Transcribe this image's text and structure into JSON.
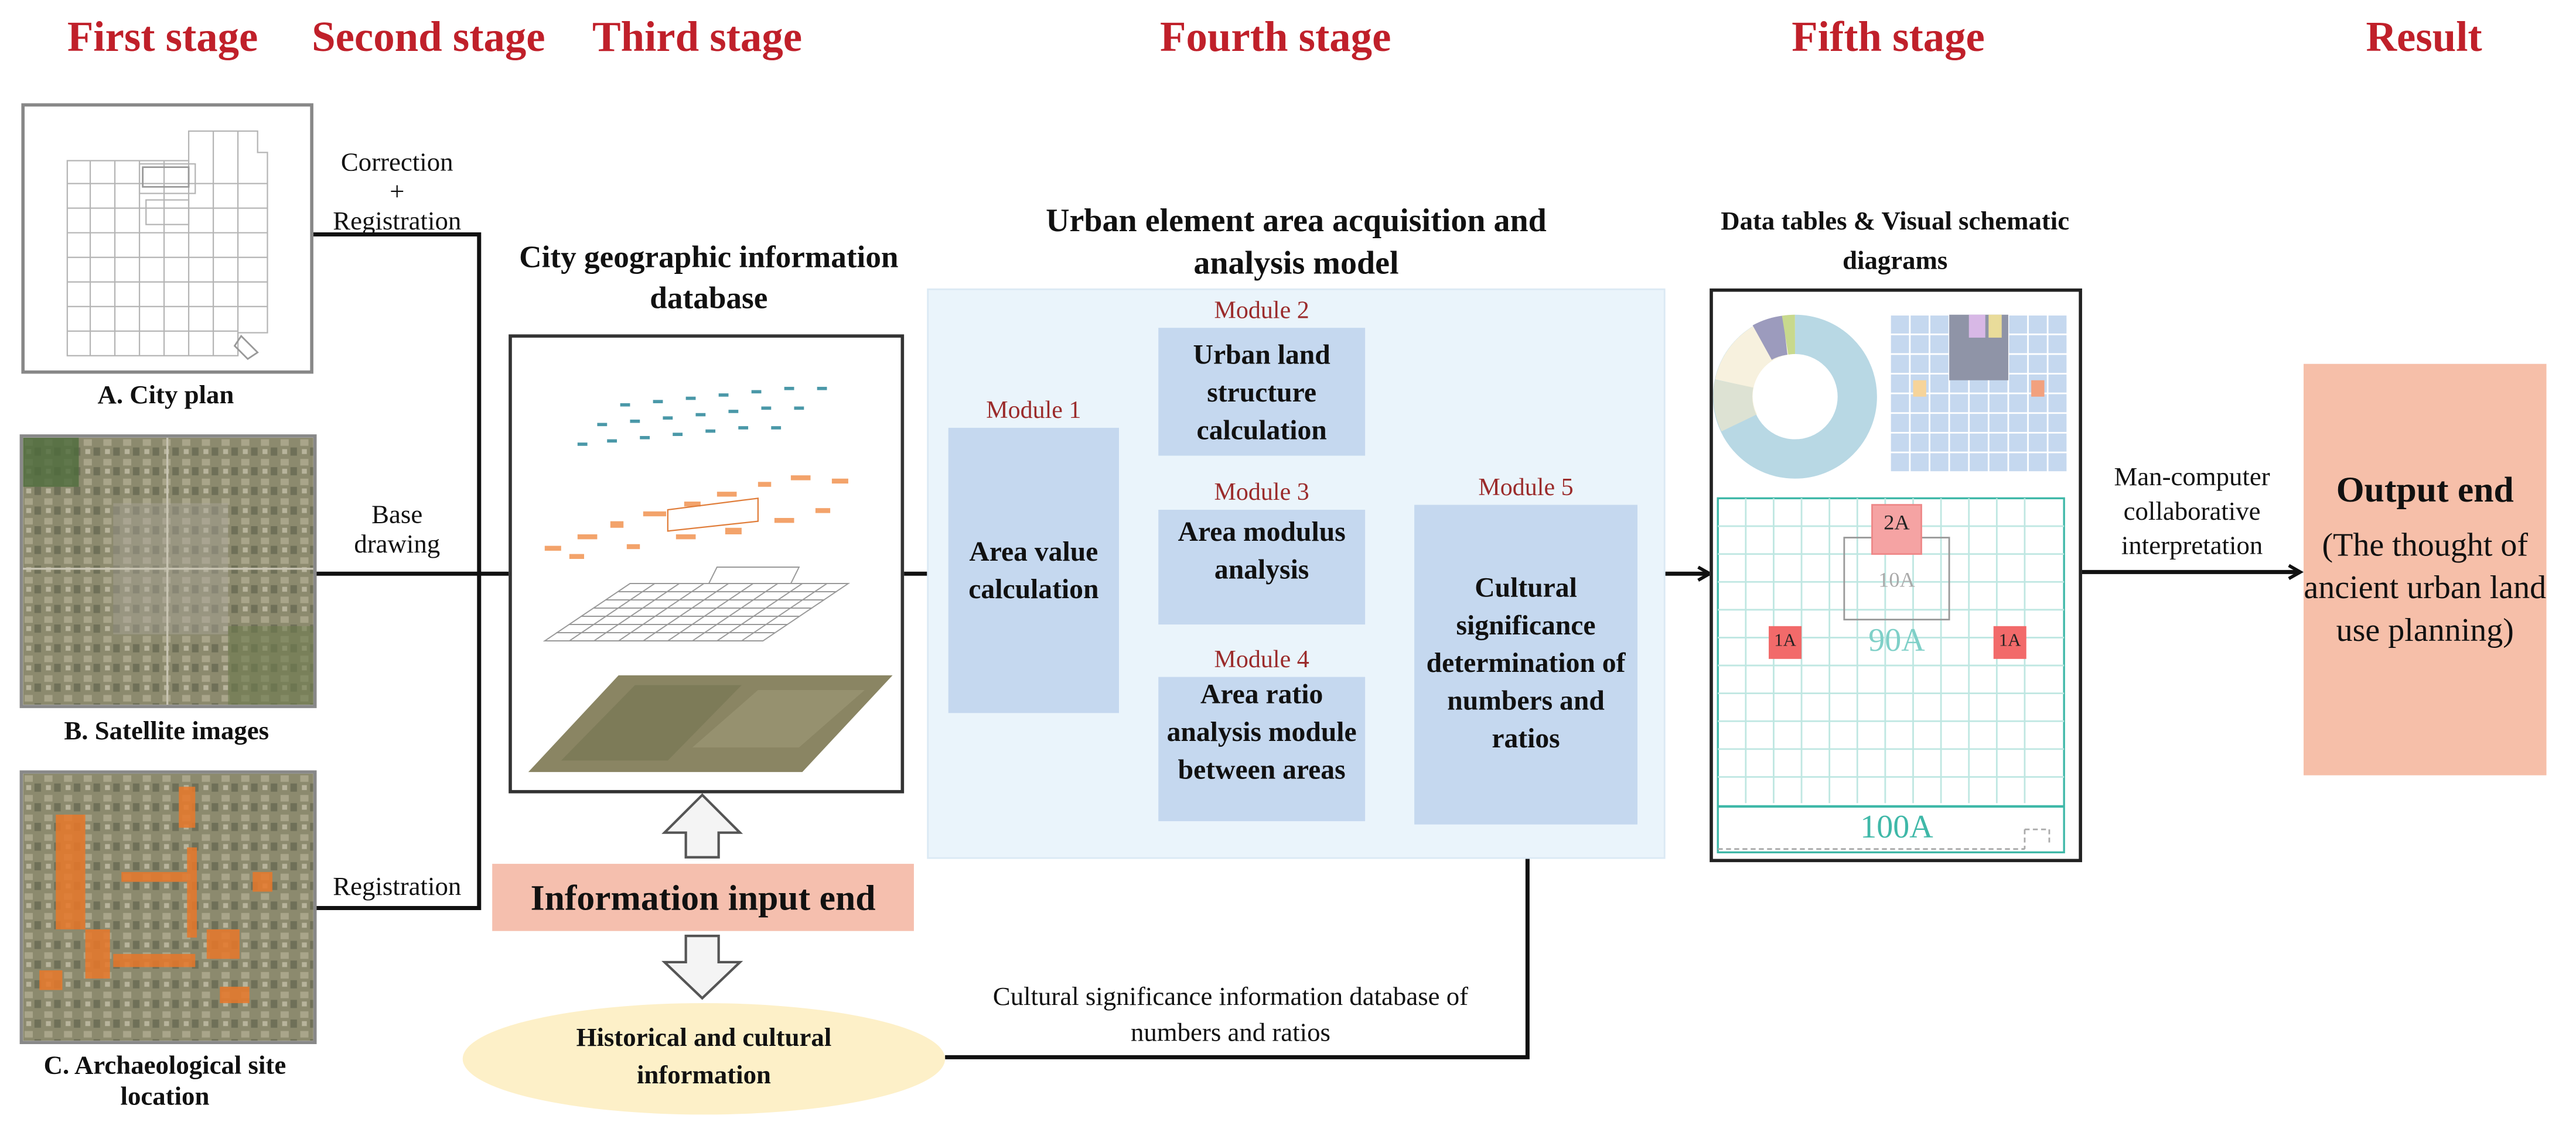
{
  "stages": [
    "First stage",
    "Second stage",
    "Third stage",
    "Fourth stage",
    "Fifth stage",
    "Result"
  ],
  "inputs": {
    "city_plan": "A. City plan",
    "satellite": "B. Satellite images",
    "archaeological": "C. Archaeological site location"
  },
  "processes": {
    "correction_registration": "Correction\n+\nRegistration",
    "base_drawing": "Base\ndrawing",
    "registration": "Registration"
  },
  "database": {
    "title": "City geographic information database"
  },
  "info_input_end": "Information input end",
  "historical": "Historical and cultural information",
  "model": {
    "title": "Urban element area acquisition and analysis model",
    "modules": [
      {
        "label": "Module 1",
        "text": "Area value calculation"
      },
      {
        "label": "Module 2",
        "text": "Urban land structure calculation"
      },
      {
        "label": "Module 3",
        "text": "Area modulus analysis"
      },
      {
        "label": "Module 4",
        "text": "Area ratio analysis module between areas"
      },
      {
        "label": "Module 5",
        "text": "Cultural significance determination of numbers and ratios"
      }
    ]
  },
  "cultural_db": "Cultural significance information database of numbers and ratios",
  "outputs": {
    "title": "Data tables & Visual schematic diagrams",
    "labels": [
      "2A",
      "10A",
      "90A",
      "1A",
      "1A",
      "100A"
    ]
  },
  "man_computer": "Man-computer collaborative interpretation",
  "result": {
    "title": "Output end",
    "subtitle": "(The thought of ancient urban land use planning)"
  },
  "colors": {
    "stage_title": "#c0202a",
    "module_label": "#9b2b2b",
    "module_fill": "#c5d8ef",
    "model_bg": "#eaf4fb",
    "info_input_fill": "#f5bfae",
    "historical_fill": "#fdf0c8",
    "result_fill": "#f6bfa9",
    "teal": "#3fb8a8"
  }
}
